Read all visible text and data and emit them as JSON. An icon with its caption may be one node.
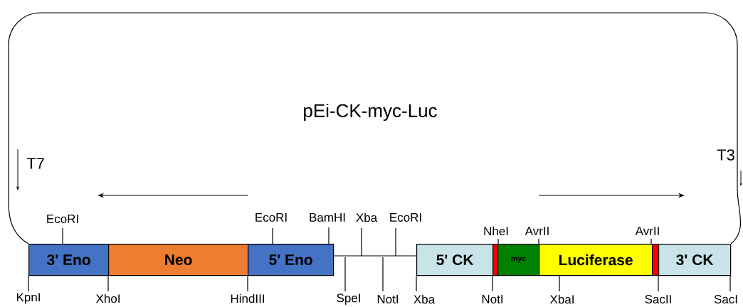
{
  "diagram": {
    "title": "pEi-CK-myc-Luc",
    "nodes": [
      {
        "text": [
          "3' Eno"
        ]
      },
      {
        "text": [
          "Neo"
        ]
      },
      {
        "text": [
          "5' Eno"
        ]
      },
      {
        "text": [
          "5' CK"
        ]
      },
      {
        "text": [],
        "shape": "bar"
      },
      {
        "text": [
          "myc"
        ]
      },
      {
        "text": [
          "Luciferase"
        ]
      },
      {
        "text": [],
        "shape": "bar"
      },
      {
        "text": [
          "3' CK"
        ]
      },
      {
        "text": [
          "EcoRI"
        ]
      },
      {
        "text": [
          "EcoRI"
        ]
      },
      {
        "text": [
          "BamHI"
        ]
      },
      {
        "text": [
          "Xba"
        ]
      },
      {
        "text": [
          "EcoRI"
        ]
      },
      {
        "text": [
          "NheI"
        ]
      },
      {
        "text": [
          "AvrII"
        ]
      },
      {
        "text": [
          "AvrII"
        ]
      },
      {
        "text": [
          "KpnI"
        ]
      },
      {
        "text": [
          "XhoI"
        ]
      },
      {
        "text": [
          "HindIII"
        ]
      },
      {
        "text": [
          "SpeI"
        ]
      },
      {
        "text": [
          "NotI"
        ]
      },
      {
        "text": [
          "Xba"
        ]
      },
      {
        "text": [
          "NotI"
        ]
      },
      {
        "text": [
          "XbaI"
        ]
      },
      {
        "text": [
          "SacII"
        ]
      },
      {
        "text": [
          "SacI"
        ]
      }
    ],
    "edges": [
      {
        "from": 2,
        "to": 3,
        "arrow": "none"
      },
      {
        "from": 0,
        "to": 8,
        "arrow": "none"
      },
      {
        "from": 9,
        "to": 0,
        "arrow": "none"
      },
      {
        "from": 10,
        "to": 2,
        "arrow": "none"
      },
      {
        "from": 11,
        "to": 2,
        "arrow": "none"
      },
      {
        "from": 12,
        "to": null,
        "arrow": "none"
      },
      {
        "from": 13,
        "to": null,
        "arrow": "none"
      },
      {
        "from": 14,
        "to": 5,
        "arrow": "none"
      },
      {
        "from": 15,
        "to": 6,
        "arrow": "none"
      },
      {
        "from": 16,
        "to": 7,
        "arrow": "none"
      },
      {
        "from": 17,
        "to": 0,
        "arrow": "none"
      },
      {
        "from": 18,
        "to": 1,
        "arrow": "none"
      },
      {
        "from": 19,
        "to": 2,
        "arrow": "none"
      },
      {
        "from": 20,
        "to": null,
        "arrow": "none"
      },
      {
        "from": 21,
        "to": null,
        "arrow": "none"
      },
      {
        "from": 22,
        "to": 3,
        "arrow": "none"
      },
      {
        "from": 23,
        "to": 4,
        "arrow": "none"
      },
      {
        "from": 24,
        "to": 6,
        "arrow": "none"
      },
      {
        "from": 25,
        "to": 8,
        "arrow": "none"
      },
      {
        "from": 26,
        "to": 8,
        "arrow": "none"
      }
    ],
    "labels": [
      "T7",
      "T3"
    ]
  }
}
